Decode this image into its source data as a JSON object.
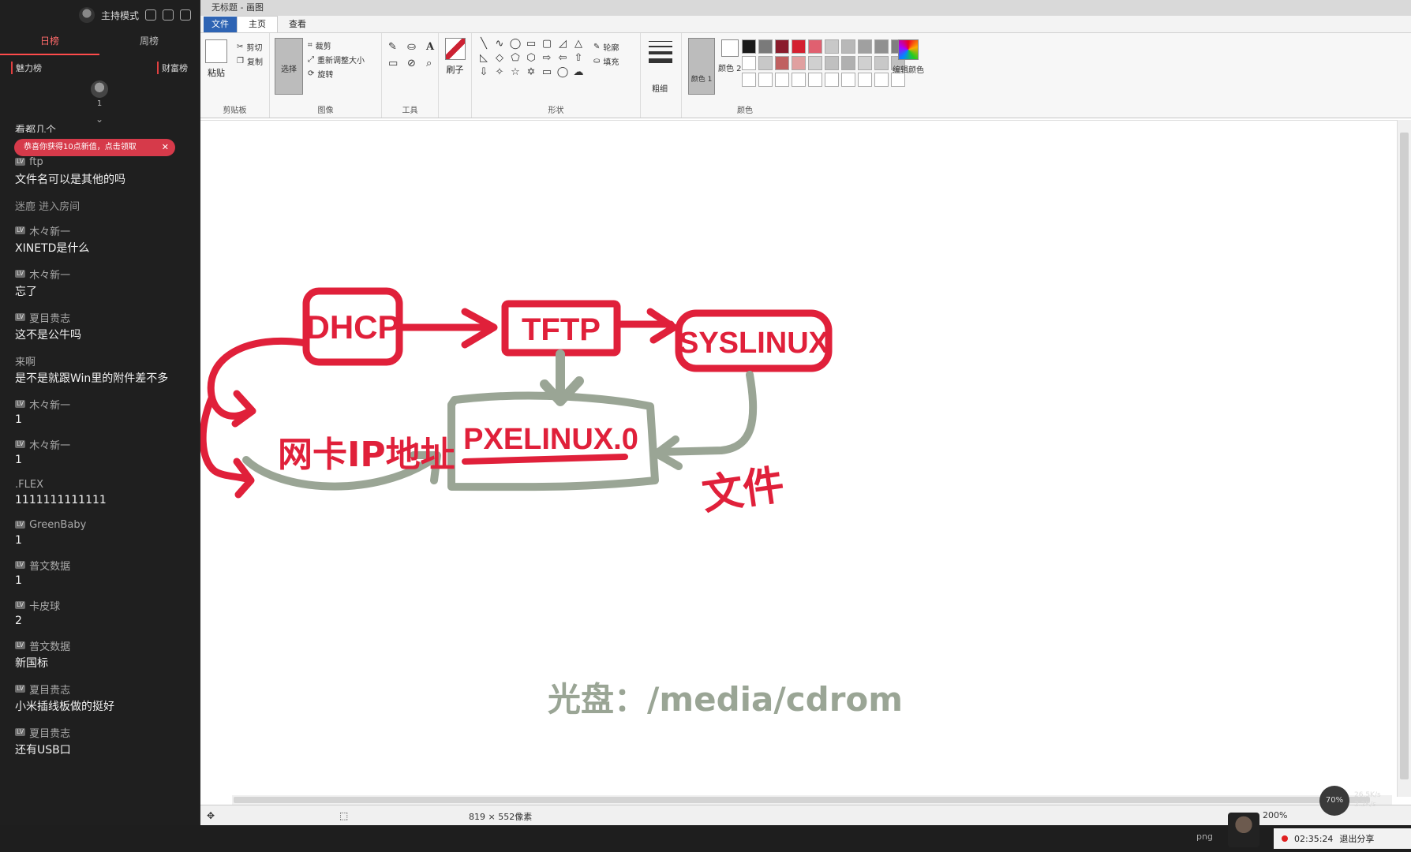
{
  "chat": {
    "header": {
      "mode_label": "主持模式"
    },
    "tabs": [
      "日榜",
      "周榜"
    ],
    "sub_tabs": [
      "魅力榜",
      "财富榜"
    ],
    "top_rank_count": "1",
    "partial_top_text": "看都几个",
    "gift_banner": "恭喜你获得10点新值，点击领取",
    "messages": [
      {
        "name": "ftp",
        "level": "LV",
        "text": "文件名可以是其他的吗"
      },
      {
        "name": "迷鹿 进入房间",
        "level": "",
        "text": "",
        "entry": true
      },
      {
        "name": "木々新一",
        "level": "LV",
        "text": "XINETD是什么"
      },
      {
        "name": "木々新一",
        "level": "LV",
        "text": "忘了"
      },
      {
        "name": "夏目贵志",
        "level": "LV",
        "text": "这不是公牛吗"
      },
      {
        "name": "来啊",
        "level": "",
        "text": "是不是就跟Win里的附件差不多"
      },
      {
        "name": "木々新一",
        "level": "LV",
        "text": "1"
      },
      {
        "name": "木々新一",
        "level": "LV",
        "text": "1"
      },
      {
        "name": ".FLEX",
        "level": "",
        "text": "1111111111111"
      },
      {
        "name": "GreenBaby",
        "level": "LV",
        "text": "1"
      },
      {
        "name": "普文数据",
        "level": "LV",
        "text": "1"
      },
      {
        "name": "卡皮球",
        "level": "LV",
        "text": "2"
      },
      {
        "name": "普文数据",
        "level": "LV",
        "text": "新国标"
      },
      {
        "name": "夏目贵志",
        "level": "LV",
        "text": "小米插线板做的挺好"
      },
      {
        "name": "夏目贵志",
        "level": "LV",
        "text": "还有USB口"
      }
    ]
  },
  "paint": {
    "title": "无标题 - 画图",
    "tabs": {
      "file": "文件",
      "home": "主页",
      "view": "查看"
    },
    "clipboard": {
      "paste": "粘贴",
      "cut": "剪切",
      "copy": "复制",
      "label": "剪贴板"
    },
    "image": {
      "select": "选择",
      "crop": "裁剪",
      "resize": "重新调整大小",
      "rotate": "旋转",
      "label": "图像"
    },
    "tools": {
      "label": "工具"
    },
    "brushes": {
      "label": "刷子"
    },
    "shapes": {
      "outline": "轮廓",
      "fill": "填充",
      "label": "形状"
    },
    "size": {
      "label": "粗细"
    },
    "colors": {
      "color1": "颜色 1",
      "color2": "颜色 2",
      "edit": "编辑颜色",
      "label": "颜色"
    },
    "palette": [
      "#1a1a1a",
      "#7a7a7a",
      "#8a1c2c",
      "#d42030",
      "#e06070",
      "#c8c8c8",
      "#b8b8b8",
      "#a0a0a0",
      "#909090",
      "#808080",
      "#ffffff",
      "#c8c8c8",
      "#c06060",
      "#e0a0a0",
      "#d0d0d0",
      "#c0c0c0",
      "#b0b0b0",
      "#d0d0d0",
      "#c8c8c8",
      "#c0c0c0",
      "#ffffff",
      "#ffffff",
      "#ffffff",
      "#ffffff",
      "#ffffff",
      "#ffffff",
      "#ffffff",
      "#ffffff",
      "#ffffff",
      "#ffffff"
    ],
    "status": {
      "dimensions": "819 × 552像素",
      "zoom": "200%"
    }
  },
  "drawing": {
    "dhcp": "DHCP",
    "tftp": "TFTP",
    "syslinux": "SYSLINUX",
    "pxelinux": "PXELINUX.0",
    "nic_ip": "网卡IP地址",
    "file_scribble": "文件",
    "cdrom": "光盘：/media/cdrom",
    "red": "#e0203a",
    "gray": "#9aa595"
  },
  "overlay": {
    "perf": "70%",
    "net_up": "26.5K/s",
    "net_down": "2.2K/s",
    "png": "png",
    "timer": "02:35:24",
    "exit_share": "退出分享"
  }
}
